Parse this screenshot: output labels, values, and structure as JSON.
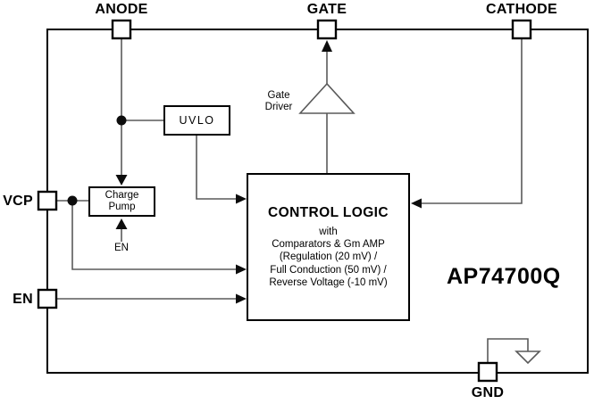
{
  "diagram": {
    "type": "functional-block-diagram",
    "part_number": "AP74700Q",
    "pins": {
      "anode": {
        "label": "ANODE",
        "side": "top"
      },
      "gate": {
        "label": "GATE",
        "side": "top"
      },
      "cathode": {
        "label": "CATHODE",
        "side": "top"
      },
      "vcp": {
        "label": "VCP",
        "side": "left"
      },
      "en": {
        "label": "EN",
        "side": "left"
      },
      "gnd": {
        "label": "GND",
        "side": "bottom"
      }
    },
    "blocks": {
      "uvlo": {
        "label": "UVLO"
      },
      "charge_pump": {
        "label_line1": "Charge",
        "label_line2": "Pump",
        "en_input": "EN"
      },
      "gate_driver": {
        "label_line1": "Gate",
        "label_line2": "Driver"
      },
      "control_logic": {
        "title": "CONTROL LOGIC",
        "subtitle": "with",
        "detail1": "Comparators & Gm AMP",
        "detail2": "(Regulation (20 mV) /",
        "detail3": "Full Conduction (50 mV) /",
        "detail4": "Reverse Voltage (-10 mV)"
      }
    },
    "connections": [
      "ANODE -> Charge Pump (top input)",
      "ANODE junction -> UVLO",
      "UVLO -> CONTROL LOGIC (left input)",
      "VCP -> Charge Pump (left)",
      "VCP junction -> CONTROL LOGIC (left input)",
      "EN pin -> CONTROL LOGIC (left input)",
      "EN signal -> Charge Pump (bottom input)",
      "CATHODE -> CONTROL LOGIC (right input)",
      "CONTROL LOGIC -> Gate Driver -> GATE",
      "GND pin -> ground symbol"
    ],
    "colors": {
      "background": "#ffffff",
      "outline": "#000000",
      "wire": "#5a5a5a",
      "arrow_fill": "#0d0d0d",
      "text": "#000000"
    }
  }
}
